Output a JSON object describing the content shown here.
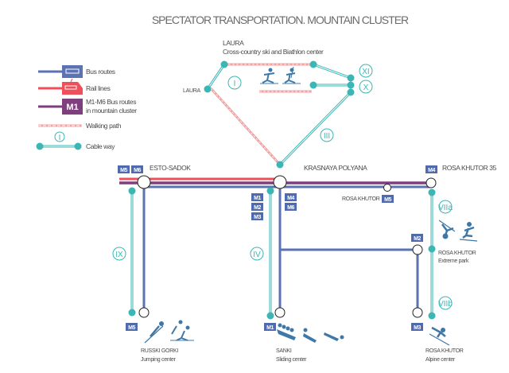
{
  "title": "SPECTATOR TRANSPORTATION. MOUNTAIN CLUSTER",
  "colors": {
    "bus": "#5b72b3",
    "rail": "#ef4f59",
    "mountain_bus": "#7f3f7f",
    "walking": "#f0a0a0",
    "cable": "#3bb6b4",
    "badge": "#4f6aae",
    "sport_icon": "#3e78a8"
  },
  "legend": {
    "items": [
      {
        "id": "bus",
        "label": "Bus routes",
        "icon": "bus-icon"
      },
      {
        "id": "rail",
        "label": "Rail lines",
        "icon": "train-icon"
      },
      {
        "id": "mbus",
        "label_line1": "M1-M6 Bus routes",
        "label_line2": "in mountain cluster",
        "badge": "M1"
      },
      {
        "id": "walk",
        "label": "Walking path"
      },
      {
        "id": "cable",
        "label": "Cable way",
        "numeral": "I"
      }
    ]
  },
  "stations": {
    "laura_top": {
      "name": "LAURA",
      "subtitle": "Cross-country ski and Biathlon center"
    },
    "laura_left": {
      "name": "LAURA"
    },
    "esto_sadok": {
      "name": "ESTO-SADOK",
      "badges": [
        "M5",
        "M6"
      ]
    },
    "krasnaya_polyana": {
      "name": "KRASNAYA POLYANA",
      "badges_left": [
        "M1",
        "M2",
        "M3"
      ],
      "badges_right": [
        "M4",
        "M6"
      ]
    },
    "rosa_khutor_stop": {
      "name": "ROSA KHUTOR",
      "badge": "M5"
    },
    "rosa_khutor_35": {
      "name": "ROSA KHUTOR 35",
      "badge": "M4"
    },
    "rosa_khutor_mid": {
      "badge": "M2"
    },
    "extreme_park": {
      "name": "ROSA KHUTOR",
      "subtitle": "Extreme park"
    },
    "alpine": {
      "name": "ROSA KHUTOR",
      "subtitle": "Alpine center",
      "badge": "M3"
    },
    "russki_gorki": {
      "name": "RUSSKI GORKI",
      "subtitle": "Jumping center",
      "badge": "M5"
    },
    "sanki": {
      "name": "SANKI",
      "subtitle": "Sliding center",
      "badge": "M1"
    }
  },
  "cableways": [
    "I",
    "III",
    "IV",
    "VIIa",
    "VIIb",
    "IX",
    "X",
    "XI"
  ]
}
